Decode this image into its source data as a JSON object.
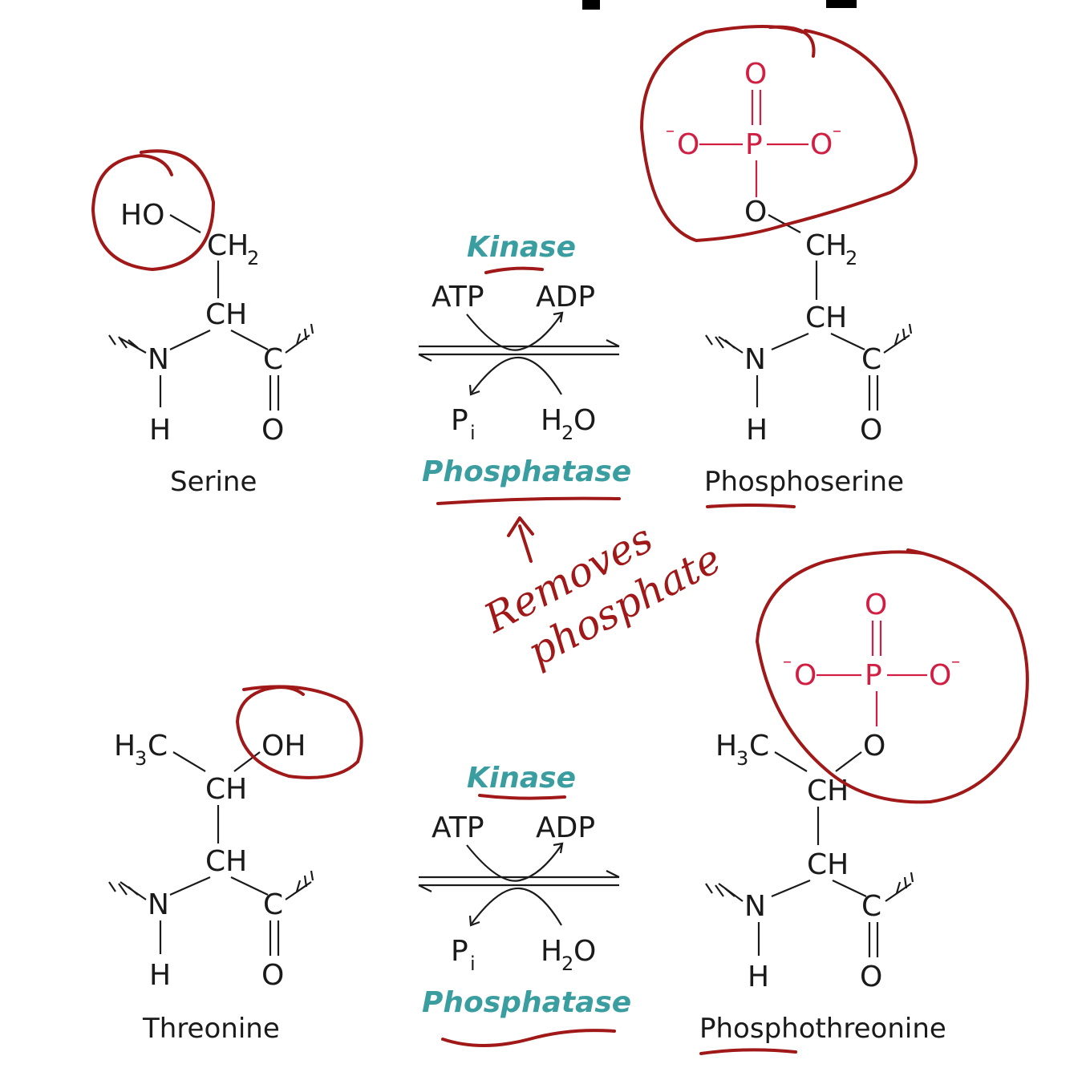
{
  "title_fragment": "phosphory",
  "atoms": {
    "HO": "HO",
    "OH": "OH",
    "CH": "CH",
    "C": "C",
    "N": "N",
    "H": "H",
    "O": "O",
    "P": "P",
    "H3C_H": "H",
    "H3C_sub": "3",
    "H3C_C": "C",
    "CH2_base": "CH",
    "CH2_sub": "2",
    "minus": "–"
  },
  "reaction": {
    "kinase": "Kinase",
    "phosphatase": "Phosphatase",
    "atp": "ATP",
    "adp": "ADP",
    "pi_base": "P",
    "pi_sub": "i",
    "h2o_h": "H",
    "h2o_sub": "2",
    "h2o_o": "O"
  },
  "names": {
    "serine": "Serine",
    "phosphoserine": "Phosphoserine",
    "threonine": "Threonine",
    "phosphothreonine": "Phosphothreonine"
  },
  "annotation": {
    "line1": "Removes",
    "line2": "phosphate"
  },
  "colors": {
    "phosphate": "#d11f43",
    "enzyme": "#3a9ea0",
    "ink": "#a01818"
  }
}
